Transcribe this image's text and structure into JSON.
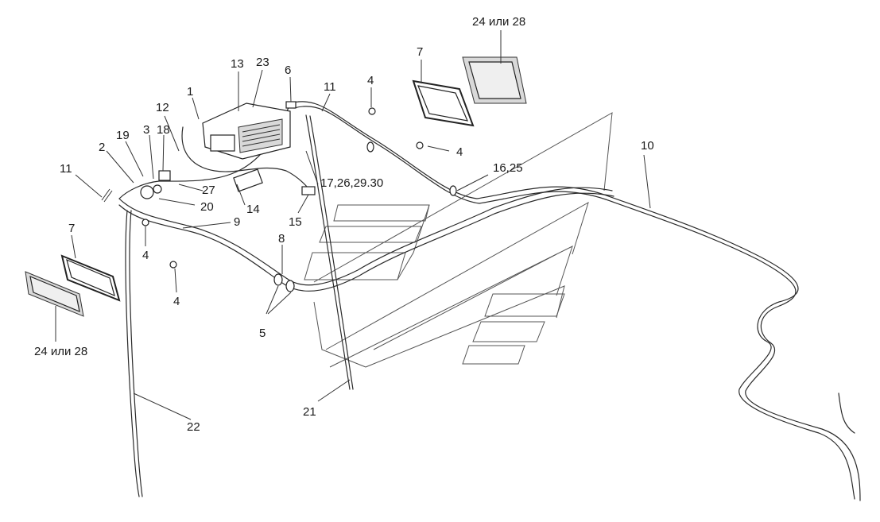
{
  "diagram": {
    "labels": [
      {
        "id": "l-24a",
        "text": "24 или 28"
      },
      {
        "id": "l-7a",
        "text": "7"
      },
      {
        "id": "l-13",
        "text": "13"
      },
      {
        "id": "l-23",
        "text": "23"
      },
      {
        "id": "l-6",
        "text": "6"
      },
      {
        "id": "l-11a",
        "text": "11"
      },
      {
        "id": "l-4a",
        "text": "4"
      },
      {
        "id": "l-1",
        "text": "1"
      },
      {
        "id": "l-12",
        "text": "12"
      },
      {
        "id": "l-19",
        "text": "19"
      },
      {
        "id": "l-3",
        "text": "3"
      },
      {
        "id": "l-18",
        "text": "18"
      },
      {
        "id": "l-2",
        "text": "2"
      },
      {
        "id": "l-4b",
        "text": "4"
      },
      {
        "id": "l-10",
        "text": "10"
      },
      {
        "id": "l-16-25",
        "text": "16,25"
      },
      {
        "id": "l-11b",
        "text": "11"
      },
      {
        "id": "l-27",
        "text": "27"
      },
      {
        "id": "l-20",
        "text": "20"
      },
      {
        "id": "l-14",
        "text": "14"
      },
      {
        "id": "l-17",
        "text": "17,26,29.30"
      },
      {
        "id": "l-15",
        "text": "15"
      },
      {
        "id": "l-9",
        "text": "9"
      },
      {
        "id": "l-7b",
        "text": "7"
      },
      {
        "id": "l-8",
        "text": "8"
      },
      {
        "id": "l-4c",
        "text": "4"
      },
      {
        "id": "l-4d",
        "text": "4"
      },
      {
        "id": "l-5",
        "text": "5"
      },
      {
        "id": "l-24b",
        "text": "24 или 28"
      },
      {
        "id": "l-21",
        "text": "21"
      },
      {
        "id": "l-22",
        "text": "22"
      }
    ]
  }
}
